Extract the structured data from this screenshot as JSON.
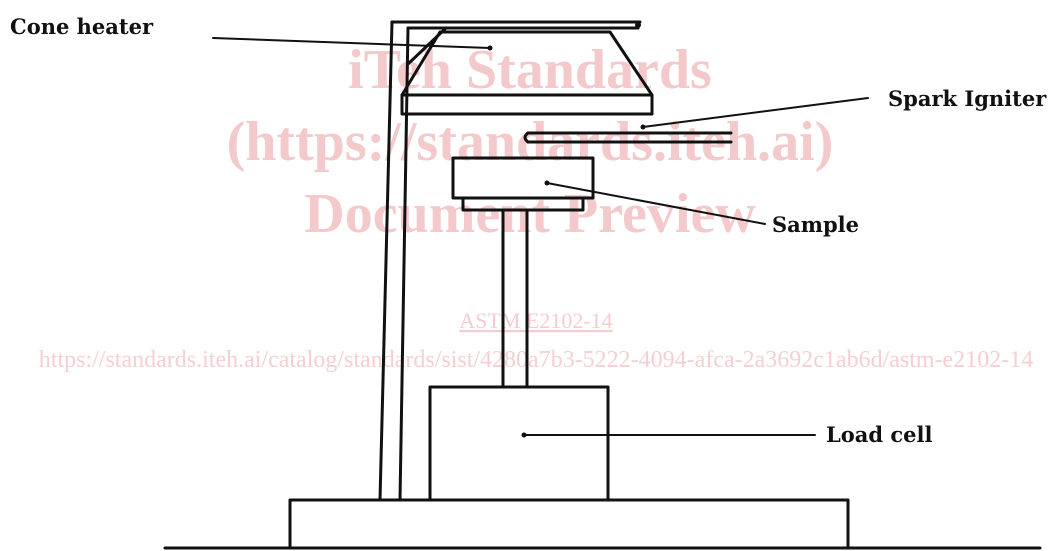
{
  "labels": {
    "cone_heater": "Cone heater",
    "spark_igniter": "Spark Igniter",
    "sample": "Sample",
    "load_cell": "Load cell"
  },
  "watermark": {
    "line1": "iTeh Standards",
    "line2": "(https://standards.iteh.ai)",
    "line3": "Document Preview",
    "standard_id": "ASTM E2102-14",
    "catalog_url": "https://standards.iteh.ai/catalog/standards/sist/4280a7b3-5222-4094-afca-2a3692c1ab6d/astm-e2102-14"
  },
  "colors": {
    "ink": "#111111",
    "watermark": "#f3c9cb",
    "background": "#ffffff"
  }
}
